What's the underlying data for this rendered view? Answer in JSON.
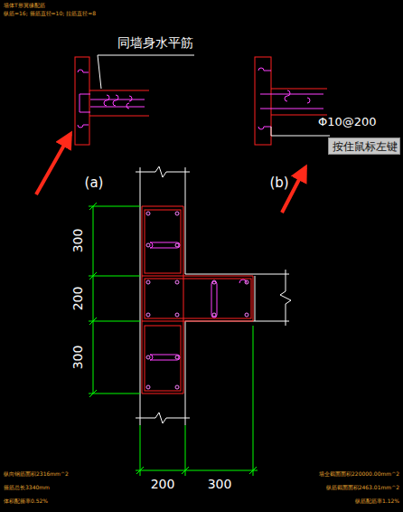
{
  "diagram": {
    "nodes": [
      {
        "text": [
          "按住鼠标左键"
        ]
      }
    ],
    "edges": [],
    "labels": [
      "墙体T形翼缘配筋",
      "纵筋=16; 箍筋直径=10; 拉筋直径=8",
      "同墙身水平筋",
      "(a)",
      "(b)",
      "Φ10@200",
      "300",
      "200",
      "300",
      "200",
      "300",
      "纵向钢筋面积2316mm^2",
      "箍筋总长3340mm",
      "体积配箍率0.52%",
      "墙全截面面积220000.00mm^2",
      "纵筋截面面积2463.01mm^2",
      "纵筋配筋率1.12%"
    ]
  }
}
